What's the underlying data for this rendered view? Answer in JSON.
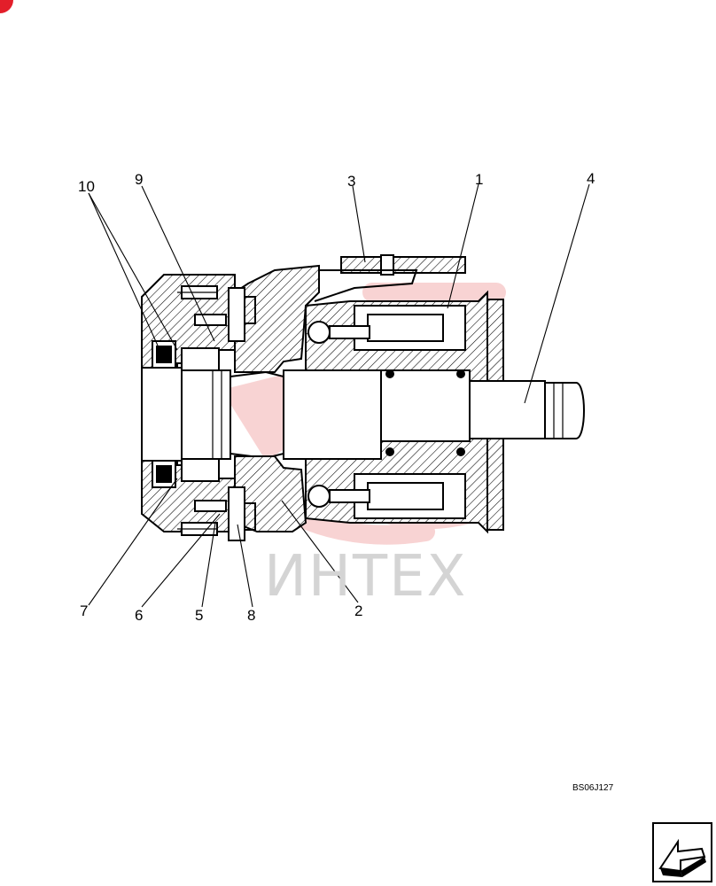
{
  "diagram": {
    "callouts": [
      "1",
      "2",
      "3",
      "4",
      "5",
      "6",
      "7",
      "8",
      "9",
      "10"
    ],
    "drawing_code": "BS06J127",
    "watermark_text": "ИНТЕХ",
    "watermark_color": "#e23a3a"
  },
  "nav": {
    "next_page_icon": "arrow-next-page-icon"
  }
}
